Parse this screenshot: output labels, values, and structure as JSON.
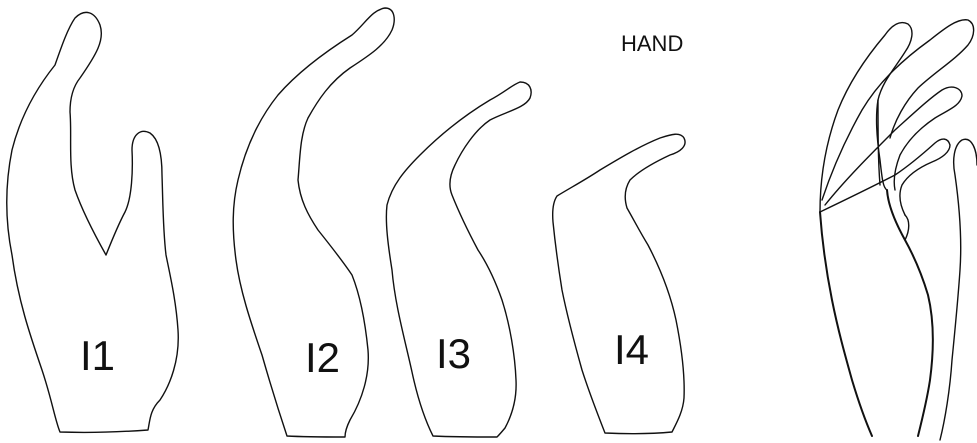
{
  "figure": {
    "title": "HAND",
    "stroke_color": "#111111",
    "background_color": "#ffffff",
    "poses": [
      {
        "id": "I1",
        "label": "I1"
      },
      {
        "id": "I2",
        "label": "I2"
      },
      {
        "id": "I3",
        "label": "I3"
      },
      {
        "id": "I4",
        "label": "I4"
      }
    ],
    "overlay": {
      "description_visible": false
    }
  }
}
